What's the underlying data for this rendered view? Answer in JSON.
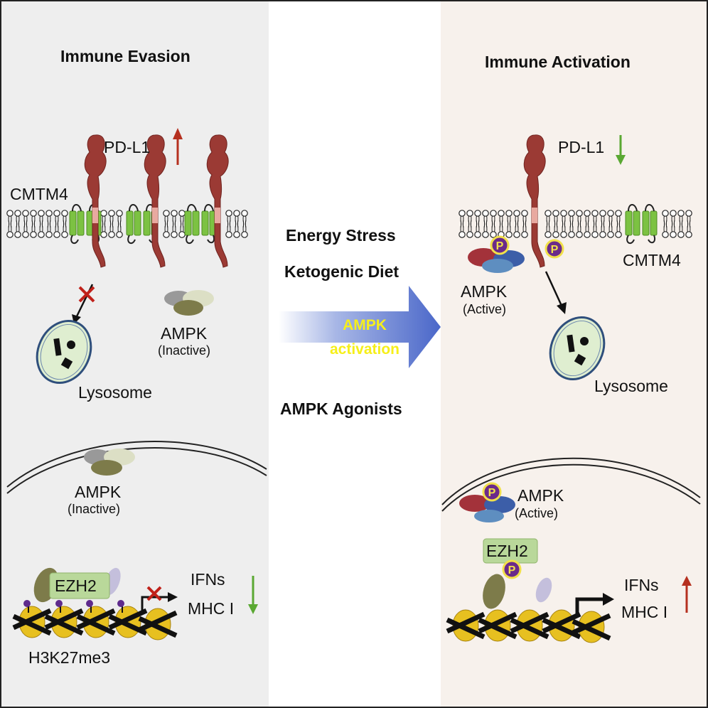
{
  "left_panel": {
    "title": "Immune Evasion",
    "pdl1_label": "PD-L1",
    "cmtm4_label": "CMTM4",
    "ampk_cyto_label": "AMPK",
    "ampk_cyto_state": "(Inactive)",
    "lysosome_label": "Lysosome",
    "ampk_nuc_label": "AMPK",
    "ampk_nuc_state": "(Inactive)",
    "ezh2_label": "EZH2",
    "ifns_label": "IFNs",
    "mhc_label": "MHC I",
    "histone_label": "H3K27me3",
    "background": "#eeeeee"
  },
  "center": {
    "energy_stress": "Energy Stress",
    "ketogenic_diet": "Ketogenic Diet",
    "arrow_line1": "AMPK",
    "arrow_line2": "activation",
    "agonists": "AMPK Agonists"
  },
  "right_panel": {
    "title": "Immune Activation",
    "pdl1_label": "PD-L1",
    "cmtm4_label": "CMTM4",
    "ampk_cyto_label": "AMPK",
    "ampk_cyto_state": "(Active)",
    "lysosome_label": "Lysosome",
    "ampk_nuc_label": "AMPK",
    "ampk_nuc_state": "(Active)",
    "ezh2_label": "EZH2",
    "ifns_label": "IFNs",
    "mhc_label": "MHC I",
    "phospho_label": "P",
    "background": "#f7f1ec"
  },
  "colors": {
    "pdl1": "#9b3a34",
    "cmtm4": "#7cc242",
    "up_arrow": "#b5301f",
    "down_arrow": "#5aa832",
    "arrow_gradient_start": "#ffffff",
    "arrow_gradient_end": "#4a67c9",
    "lysosome_fill": "#dfeed0",
    "lysosome_ring": "#2f4f7c",
    "ezh2_fill": "#b9d89a",
    "dna_yellow": "#e7c020",
    "phospho_fill": "#6b2a8a",
    "phospho_ring": "#f1e04a"
  }
}
